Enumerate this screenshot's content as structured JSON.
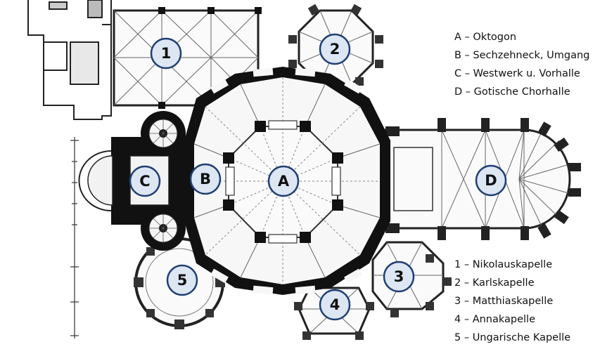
{
  "plan": {
    "markers": {
      "A": "A",
      "B": "B",
      "C": "C",
      "D": "D",
      "one": "1",
      "two": "2",
      "three": "3",
      "four": "4",
      "five": "5"
    },
    "marker_fill": "#dde6f3",
    "marker_stroke": "#1f3f73",
    "wall_color": "#111111",
    "line_color": "#444444"
  },
  "legend": {
    "letters": [
      "A – Oktogon",
      "B – Sechzehneck, Umgang",
      "C  – Westwerk u. Vorhalle",
      "D – Gotische Chorhalle"
    ],
    "numbers": [
      "1 – Nikolauskapelle",
      "2 – Karlskapelle",
      "3  – Matthiaskapelle",
      "4 – Annakapelle",
      "5 – Ungarische Kapelle"
    ]
  }
}
